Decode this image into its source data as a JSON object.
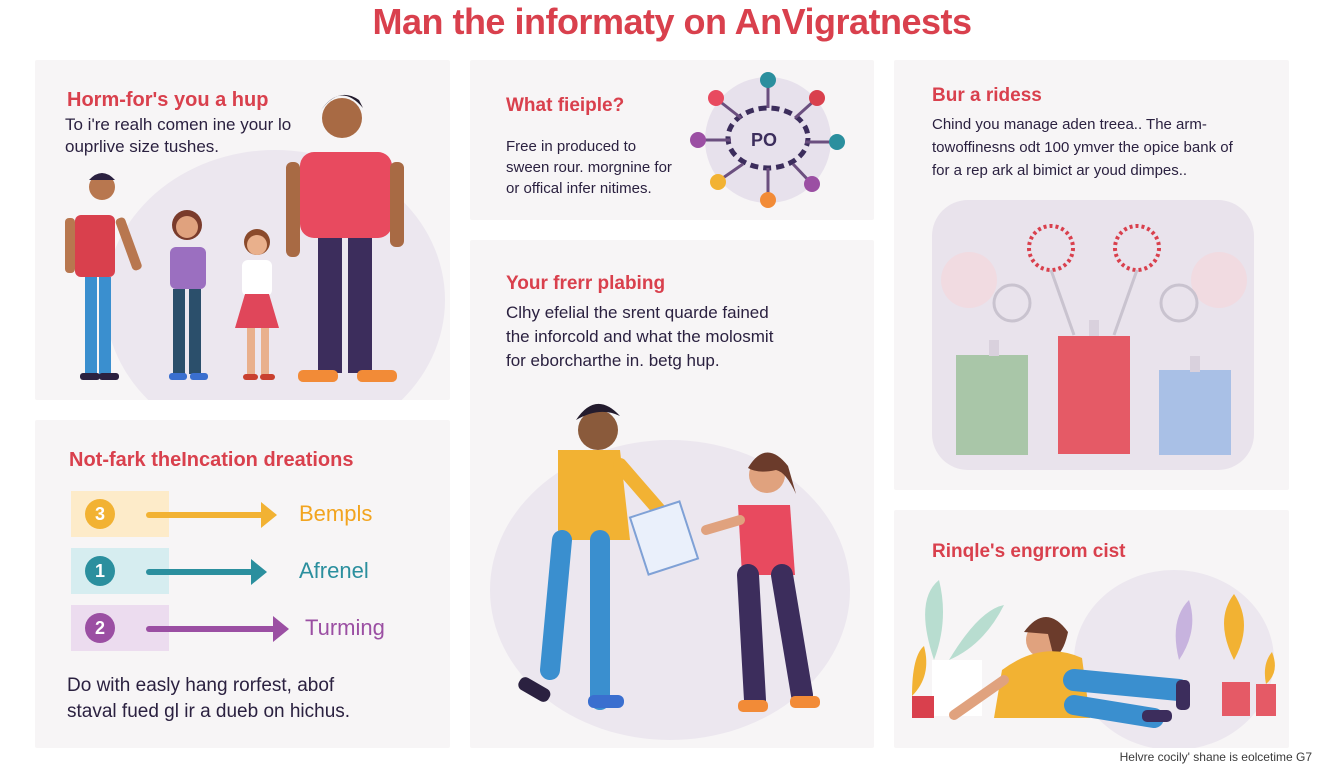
{
  "title": "Man the informaty on AnVigratnests",
  "panel_family": {
    "heading": "Horm-for's you a hup",
    "lines": [
      "To i're realh comen ine your lo",
      "ouprlive size tushes."
    ]
  },
  "panel_what": {
    "heading": "What fieiple?",
    "lines": [
      "Free in produced to",
      "sween rour. morgnine for",
      "or offical infer nitimes."
    ],
    "virus_label": "PO"
  },
  "panel_bur": {
    "heading": "Bur a ridess",
    "lines": [
      "Chind you manage aden treea.. The arm-",
      "towoffinesns odt 100 ymver the opice bank of",
      "for a rep ark al bimict ar youd dimpes.."
    ]
  },
  "panel_your": {
    "heading": "Your frerr plabing",
    "lines": [
      "Clhy efelial the srent quarde fained",
      "the inforcold and what the molosmit",
      "for eborcharthe in. betg hup."
    ]
  },
  "panel_steps": {
    "heading": "Not-fark theIncation dreations",
    "steps": [
      {
        "number": "3",
        "label": "Bempls",
        "color": "#f2b233",
        "bg": "#fdebc9"
      },
      {
        "number": "1",
        "label": "Afrenel",
        "color": "#2b8f9e",
        "bg": "#d6edf0"
      },
      {
        "number": "2",
        "label": "Turming",
        "color": "#9b4fa3",
        "bg": "#ecdcef"
      }
    ],
    "lines": [
      "Do with easly hang rorfest, abof",
      "staval fued gl ir a dueb on hichus."
    ]
  },
  "panel_ringle": {
    "heading": "Rinqle's engrrom cist"
  },
  "footer": "Helvre cocily' shane is eolcetime G7",
  "colors": {
    "accent": "#d9404d",
    "panel": "#f7f5f6",
    "teal": "#2b8f9e",
    "purple": "#9b4fa3",
    "yellow": "#f2b233"
  }
}
